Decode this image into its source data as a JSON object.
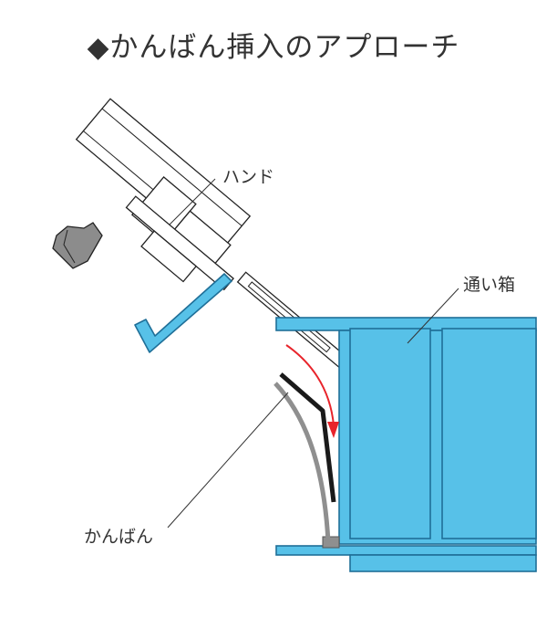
{
  "title": "◆かんばん挿入のアプローチ",
  "labels": {
    "hand": "ハンド",
    "box": "通い箱",
    "kanban": "かんばん"
  },
  "colors": {
    "box_fill": "#57c1e8",
    "box_stroke": "#1f6f98",
    "hand_bracket": "#57c1e8",
    "kanban_gray": "#8f8f8f",
    "kanban_black": "#1a1a1a",
    "arrow_red": "#e8242b",
    "text": "#333333"
  }
}
